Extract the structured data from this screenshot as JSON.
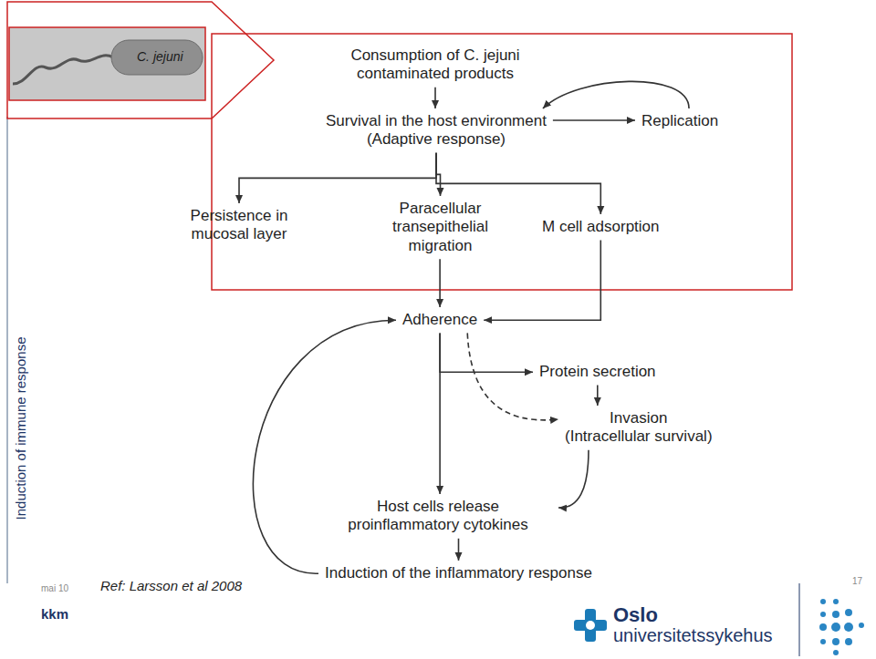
{
  "diagram": {
    "nodes": [
      {
        "text": [
          "Consumption of C. jejuni contaminated products"
        ]
      },
      {
        "text": [
          "Survival in the host environment",
          "(Adaptive response)"
        ]
      },
      {
        "text": [
          "Replication"
        ]
      },
      {
        "text": [
          "Persistence in mucosal layer"
        ]
      },
      {
        "text": [
          "Paracellular transepithelial migration"
        ]
      },
      {
        "text": [
          "M cell adsorption"
        ]
      },
      {
        "text": [
          "Adherence"
        ]
      },
      {
        "text": [
          "Protein secretion"
        ]
      },
      {
        "text": [
          "Invasion",
          "(Intracellular survival)"
        ]
      },
      {
        "text": [
          "Host cells release proinflammatory cytokines"
        ]
      },
      {
        "text": [
          "Induction of the inflammatory response"
        ]
      }
    ],
    "edges": [
      {
        "from": 0,
        "to": 1,
        "arrow": "to"
      },
      {
        "from": 1,
        "to": 2,
        "arrow": "to"
      },
      {
        "from": 2,
        "to": 1,
        "arrow": "to"
      },
      {
        "from": 1,
        "to": 3,
        "arrow": "to"
      },
      {
        "from": 1,
        "to": 4,
        "arrow": "to"
      },
      {
        "from": 1,
        "to": 5,
        "arrow": "to"
      },
      {
        "from": 4,
        "to": 6,
        "arrow": "to"
      },
      {
        "from": 5,
        "to": 6,
        "arrow": "to"
      },
      {
        "from": 6,
        "to": 7,
        "arrow": "to"
      },
      {
        "from": 6,
        "to": 8,
        "arrow": "to"
      },
      {
        "from": 7,
        "to": 8,
        "arrow": "to"
      },
      {
        "from": 8,
        "to": 9,
        "arrow": "to"
      },
      {
        "from": 6,
        "to": 9,
        "arrow": "to"
      },
      {
        "from": 9,
        "to": 10,
        "arrow": "to"
      },
      {
        "from": 10,
        "to": 6,
        "arrow": "to"
      }
    ],
    "labels": [
      "C. jejuni",
      "Induction of immune response",
      "mai 10",
      "Ref: Larsson et al 2008",
      "17",
      "kkm",
      "Oslo",
      "universitetssykehus"
    ]
  }
}
